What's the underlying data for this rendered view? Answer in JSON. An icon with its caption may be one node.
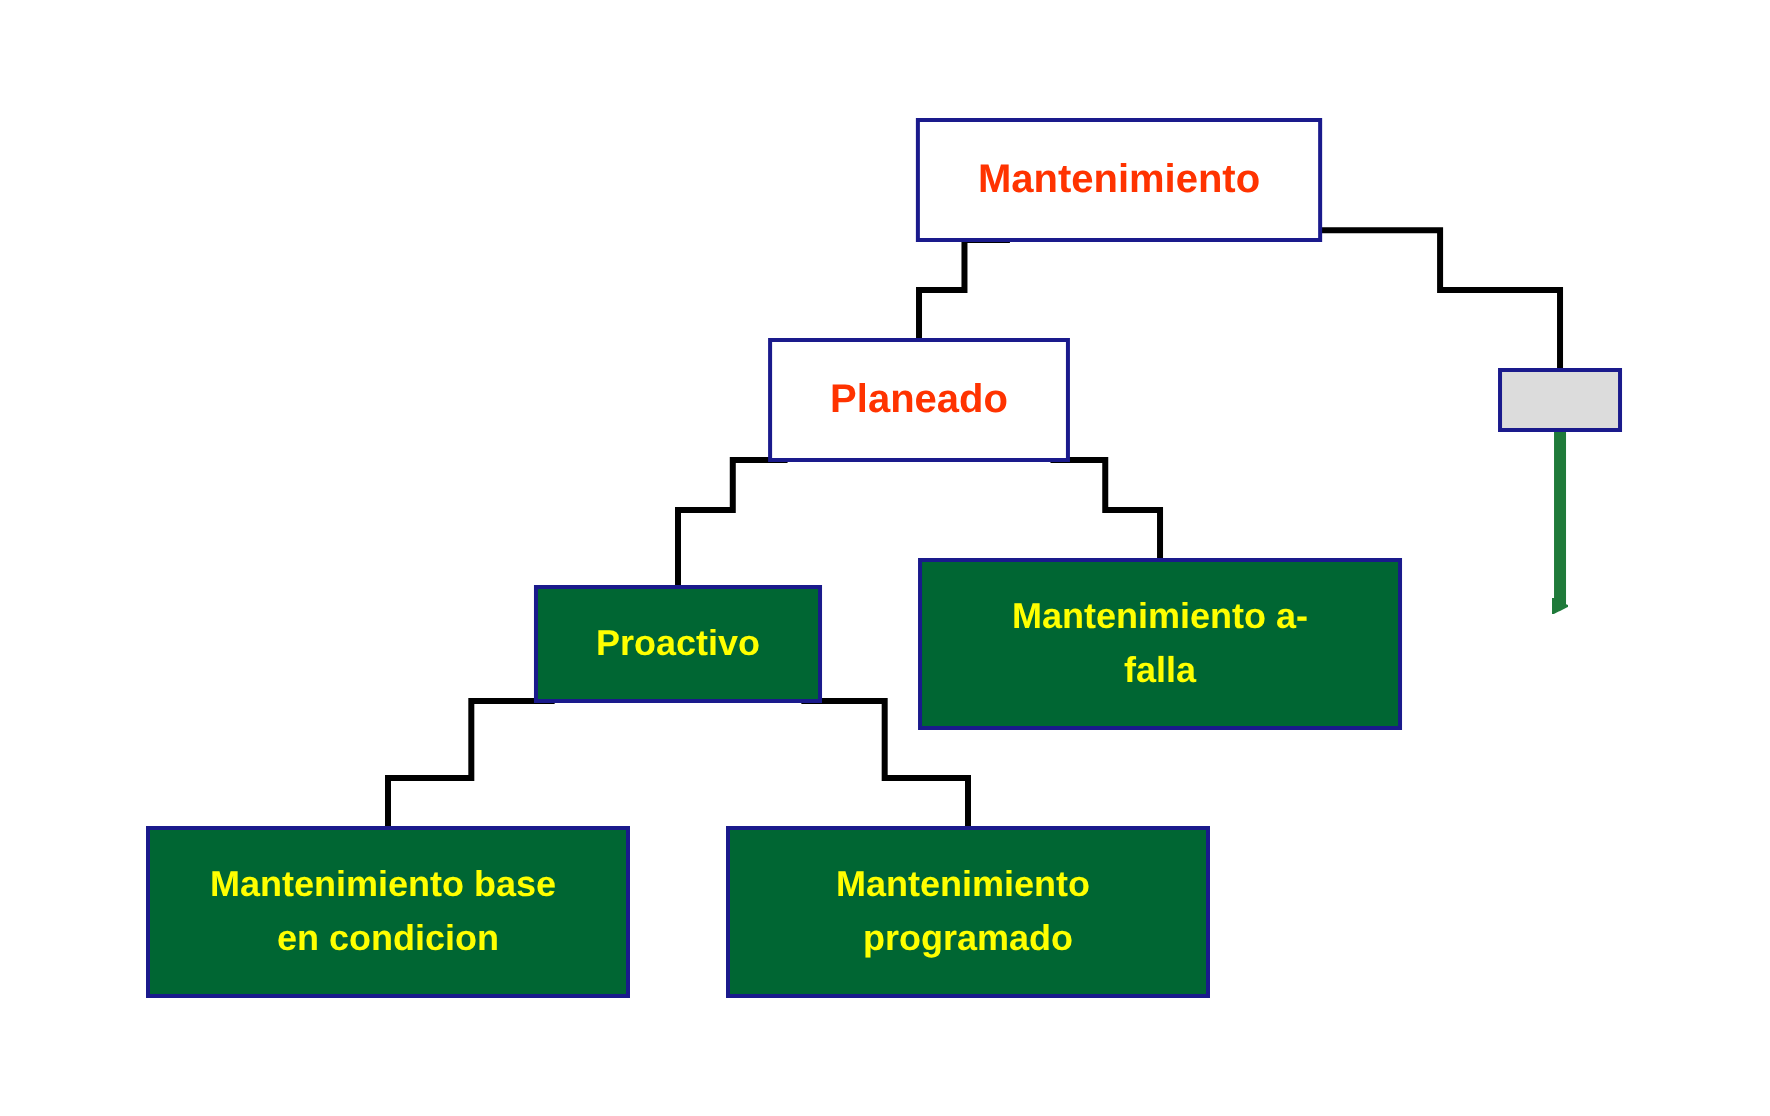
{
  "diagram": {
    "nodes": [
      {
        "text": [
          "Mantenimiento"
        ]
      },
      {
        "text": [],
        "shape": "box"
      },
      {
        "text": [
          "Planeado"
        ]
      },
      {
        "text": [
          "Proactivo"
        ]
      },
      {
        "text": [
          "Mantenimiento a-falla"
        ]
      },
      {
        "text": [
          "Mantenimiento base en condicion"
        ]
      },
      {
        "text": [
          "Mantenimiento programado"
        ]
      }
    ],
    "edges": [
      {
        "from": 0,
        "to": 1,
        "arrow": "none"
      },
      {
        "from": 0,
        "to": 2,
        "arrow": "none"
      },
      {
        "from": 2,
        "to": 4,
        "arrow": "none"
      },
      {
        "from": 2,
        "to": 3,
        "arrow": "none"
      },
      {
        "from": 3,
        "to": 5,
        "arrow": "none"
      },
      {
        "from": 3,
        "to": 6,
        "arrow": "none"
      },
      {
        "from": 1,
        "to": null,
        "arrow": "to",
        "style": "thick",
        "color": "#1f7a3a"
      }
    ]
  }
}
